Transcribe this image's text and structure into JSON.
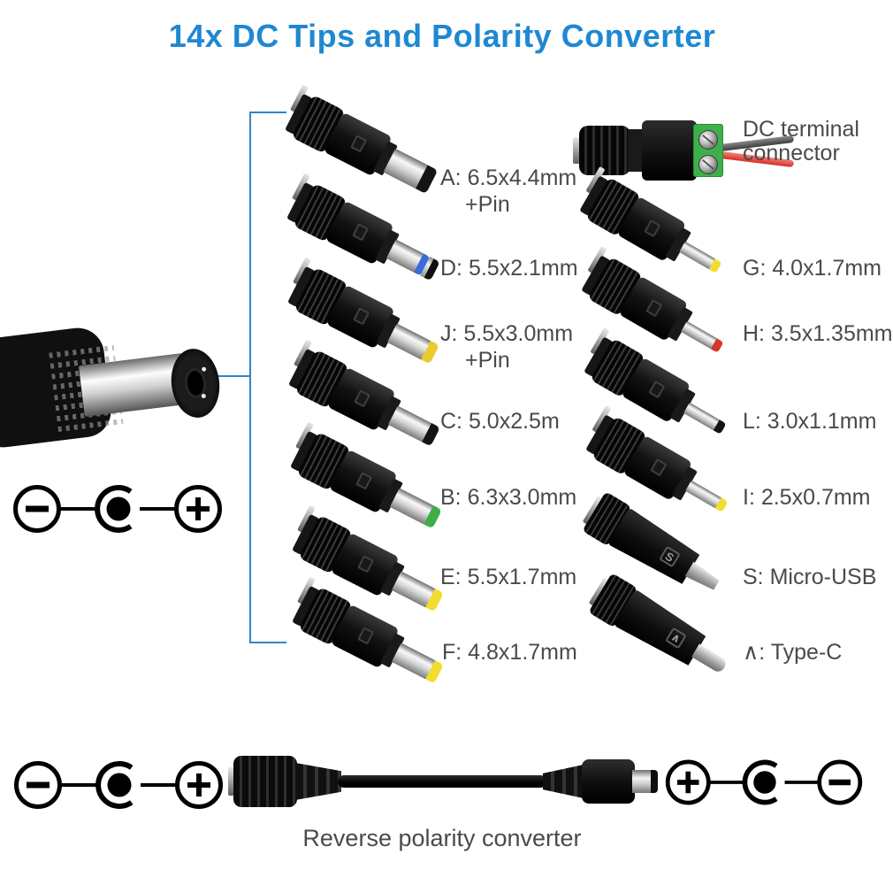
{
  "title": "14x DC Tips and Polarity Converter",
  "colors": {
    "title_blue": "#1e88d2",
    "bracket_blue": "#2e86c8",
    "label_gray": "#4a4a4a",
    "terminal_green": "#3db04b",
    "wire_red": "#d92c20",
    "wire_black": "#4a4a4a"
  },
  "tips_left": [
    {
      "id": "A",
      "label": "A: 6.5x4.4mm",
      "sublabel": "+Pin",
      "tip_color": "#141414"
    },
    {
      "id": "D",
      "label": "D: 5.5x2.1mm",
      "sublabel": "",
      "tip_color": "#3a6bd8"
    },
    {
      "id": "J",
      "label": "J: 5.5x3.0mm",
      "sublabel": "+Pin",
      "tip_color": "#e8cb2e"
    },
    {
      "id": "C",
      "label": "C: 5.0x2.5m",
      "sublabel": "",
      "tip_color": "#141414"
    },
    {
      "id": "B",
      "label": "B: 6.3x3.0mm",
      "sublabel": "",
      "tip_color": "#3fae4a"
    },
    {
      "id": "E",
      "label": "E: 5.5x1.7mm",
      "sublabel": "",
      "tip_color": "#f2dd2e"
    },
    {
      "id": "F",
      "label": "F: 4.8x1.7mm",
      "sublabel": "",
      "tip_color": "#f2dd2e"
    }
  ],
  "tips_right": [
    {
      "id": "G",
      "label": "G: 4.0x1.7mm",
      "tip_color": "#f2dd2e"
    },
    {
      "id": "H",
      "label": "H: 3.5x1.35mm",
      "tip_color": "#d6372b"
    },
    {
      "id": "L",
      "label": "L: 3.0x1.1mm",
      "tip_color": "#141414"
    },
    {
      "id": "I",
      "label": "I: 2.5x0.7mm",
      "tip_color": "#f2dd2e"
    },
    {
      "id": "S",
      "label": "S: Micro-USB",
      "marking": "S"
    },
    {
      "id": "TypeC",
      "label": "∧: Type-C",
      "marking": "∧"
    }
  ],
  "terminal_connector": {
    "label_line1": "DC terminal",
    "label_line2": "connector"
  },
  "polarity_symbols": {
    "plug_center_positive": {
      "left_sign": "−",
      "center": "center-pin-dot",
      "right_sign": "+"
    },
    "bottom_left_center_positive": {
      "left_sign": "−",
      "center": "center-pin-dot",
      "right_sign": "+"
    },
    "bottom_right_center_negative": {
      "left_sign": "+",
      "center": "center-pin-dot",
      "right_sign": "−"
    }
  },
  "footer": {
    "caption": "Reverse polarity converter"
  }
}
